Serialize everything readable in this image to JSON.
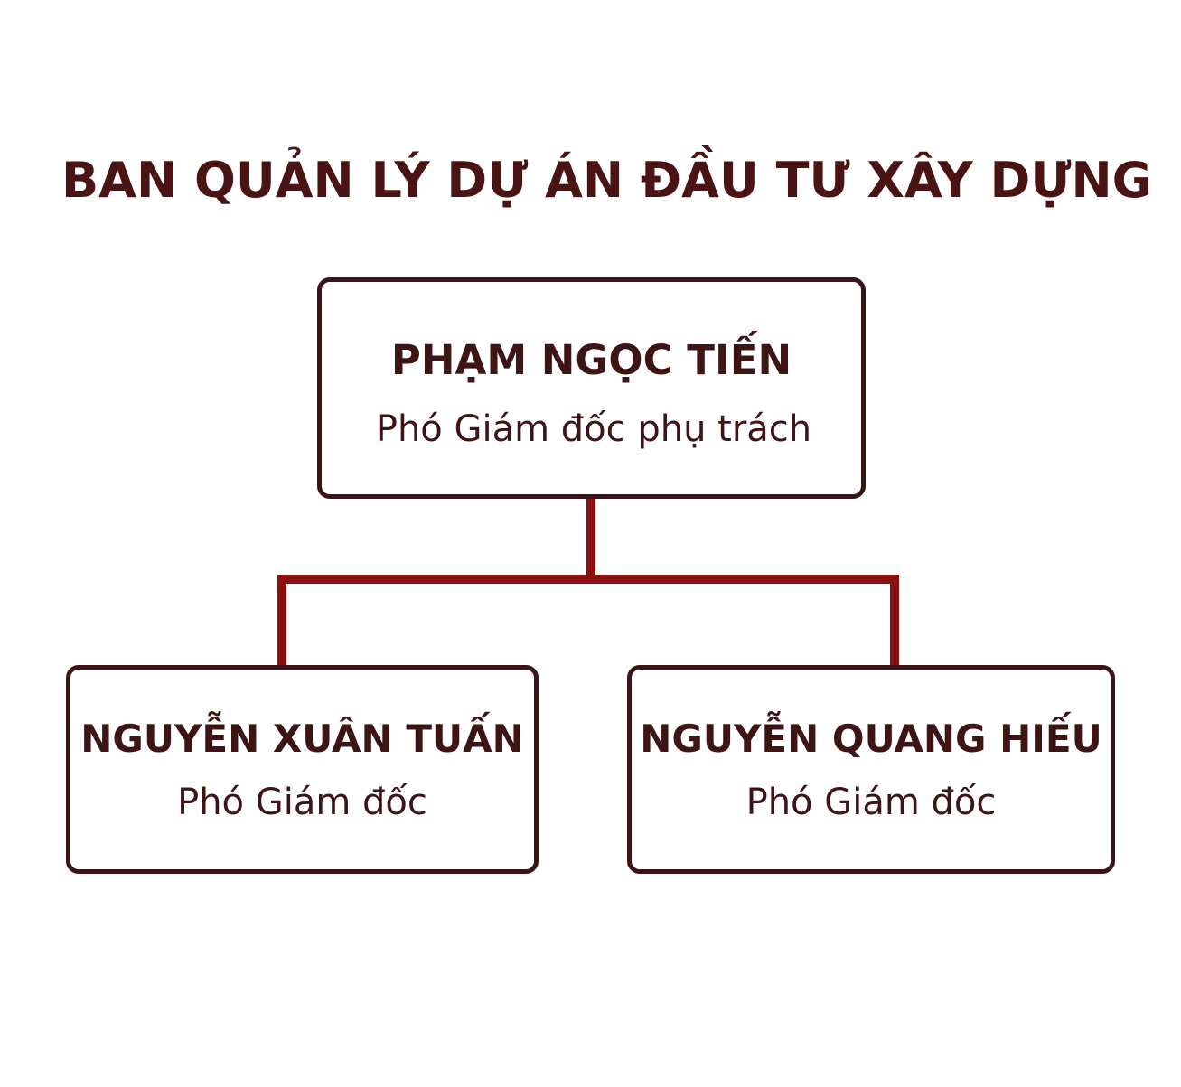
{
  "title": "BAN QUẢN LÝ DỰ ÁN ĐẦU TƯ XÂY DỰNG",
  "colors": {
    "text": "#3e1515",
    "box_border": "#3a1416",
    "connector": "#8b1010",
    "background": "#ffffff"
  },
  "org": {
    "head": {
      "name": "PHẠM NGỌC TIẾN",
      "role": "Phó Giám đốc phụ trách"
    },
    "deputies": [
      {
        "name": "NGUYỄN XUÂN TUẤN",
        "role": "Phó Giám đốc"
      },
      {
        "name": "NGUYỄN QUANG HIẾU",
        "role": "Phó Giám đốc"
      }
    ]
  }
}
